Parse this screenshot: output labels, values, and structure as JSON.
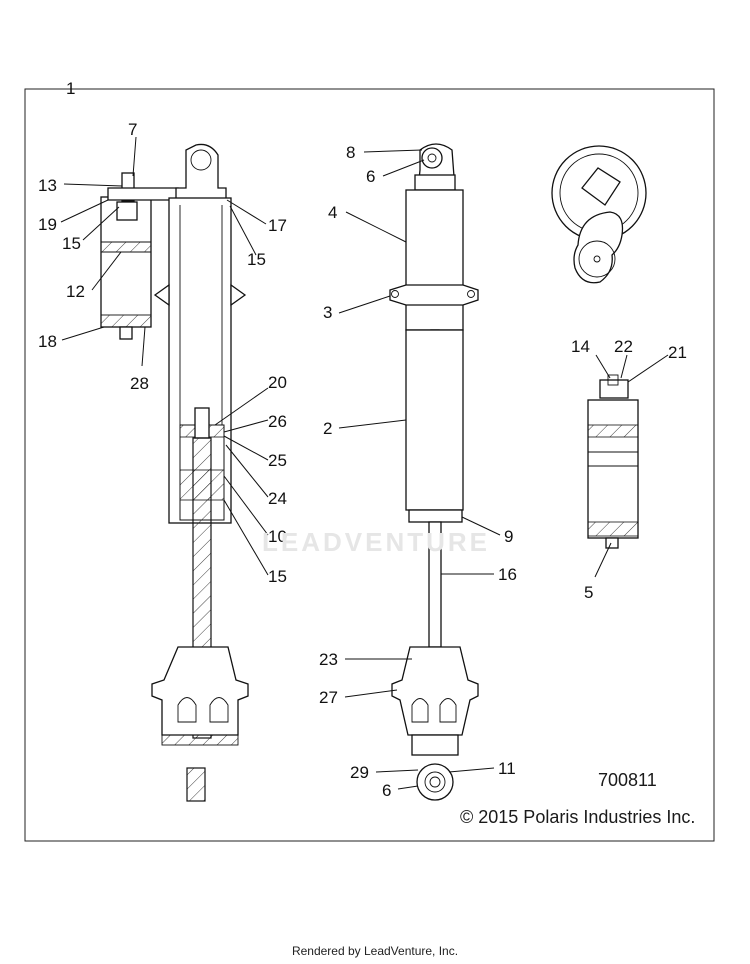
{
  "callouts": {
    "c1": "1",
    "c2": "2",
    "c3": "3",
    "c4": "4",
    "c5": "5",
    "c6a": "6",
    "c6b": "6",
    "c7": "7",
    "c8": "8",
    "c9": "9",
    "c10": "10",
    "c11": "11",
    "c12": "12",
    "c13": "13",
    "c14": "14",
    "c15a": "15",
    "c15b": "15",
    "c15c": "15",
    "c16": "16",
    "c17": "17",
    "c18": "18",
    "c19": "19",
    "c20": "20",
    "c21": "21",
    "c22": "22",
    "c23": "23",
    "c24": "24",
    "c25": "25",
    "c26": "26",
    "c27": "27",
    "c28": "28",
    "c29": "29"
  },
  "drawing_number": "700811",
  "copyright": "© 2015 Polaris Industries Inc.",
  "watermark": "LEADVENTURE",
  "footer": "Rendered by LeadVenture, Inc."
}
